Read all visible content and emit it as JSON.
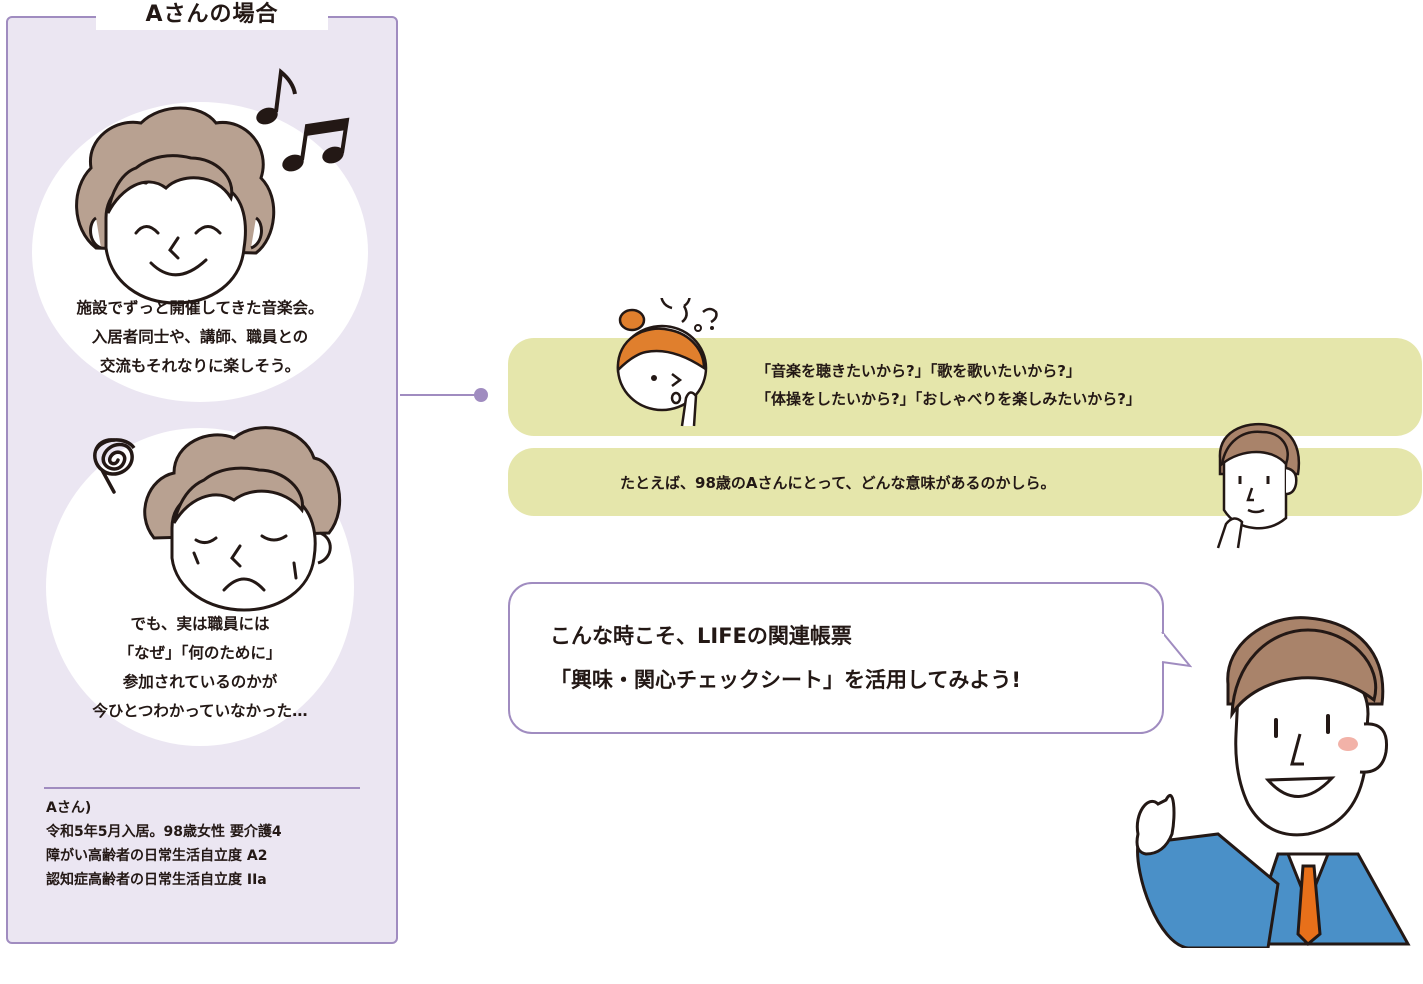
{
  "panel": {
    "title": "Aさんの場合",
    "happy_text": [
      "施設でずっと開催してきた音楽会。",
      "入居者同士や、講師、職員との",
      "交流もそれなりに楽しそう。"
    ],
    "worried_text": [
      "でも、実は職員には",
      "「なぜ」「何のために」",
      "参加されているのかが",
      "今ひとつわかっていなかった…"
    ],
    "profile": [
      "Aさん)",
      "令和5年5月入居。98歳女性 要介護4",
      "障がい高齢者の日常生活自立度 A2",
      "認知症高齢者の日常生活自立度 IIa"
    ]
  },
  "questions": {
    "line1": "「音楽を聴きたいから?」「歌を歌いたいから?」",
    "line2": "「体操をしたいから?」「おしゃべりを楽しみたいから?」",
    "line3": "たとえば、98歳のAさんにとって、どんな意味があるのかしら。"
  },
  "advice": {
    "line1": "こんな時こそ、LIFEの関連帳票",
    "line2": "「興味・関心チェックシート」を活用してみよう!"
  },
  "colors": {
    "panel_bg": "#ebe6f2",
    "panel_border": "#a08cc0",
    "pill_bg": "#e5e6ab",
    "suit": "#4a90c8",
    "tie": "#e8701a"
  },
  "icons": [
    "music-notes-icon",
    "tangle-scribble-icon",
    "question-mark-icon"
  ]
}
